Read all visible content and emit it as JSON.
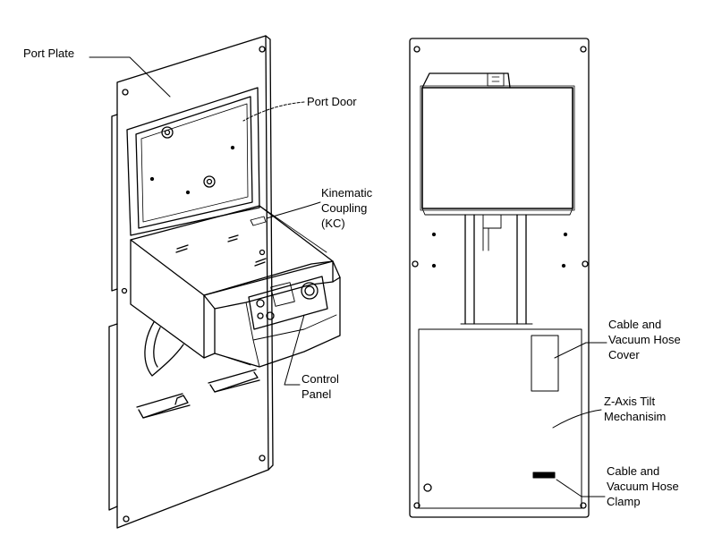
{
  "labels": {
    "port_plate": "Port Plate",
    "port_door": "Port Door",
    "kinematic_coupling_1": "Kinematic",
    "kinematic_coupling_2": "Coupling",
    "kinematic_coupling_3": "(KC)",
    "control_panel_1": "Control",
    "control_panel_2": "Panel",
    "cable_cover_1": "Cable and",
    "cable_cover_2": "Vacuum Hose",
    "cable_cover_3": "Cover",
    "z_axis_1": "Z-Axis Tilt",
    "z_axis_2": "Mechanisim",
    "cable_clamp_1": "Cable and",
    "cable_clamp_2": "Vacuum Hose",
    "cable_clamp_3": "Clamp"
  },
  "colors": {
    "line": "#000000",
    "background": "#ffffff"
  }
}
